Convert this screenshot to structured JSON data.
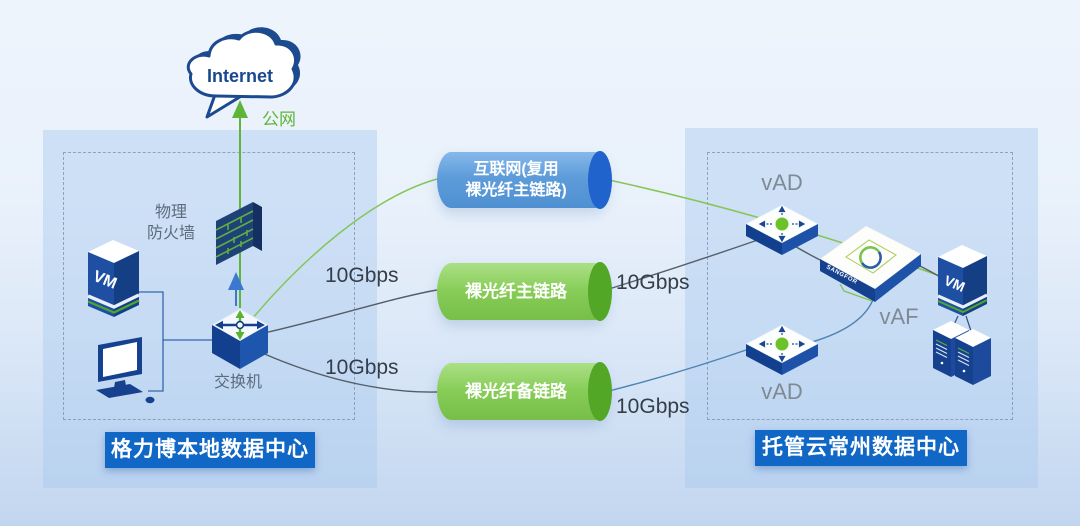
{
  "diagram": {
    "internet": {
      "cloud_label": "Internet",
      "public_net_label": "公网"
    },
    "left_datacenter": {
      "name": "格力博本地数据中心",
      "firewall_label_line1": "物理",
      "firewall_label_line2": "防火墙",
      "switch_label": "交换机",
      "vm_label": "VM"
    },
    "right_datacenter": {
      "name": "托管云常州数据中心",
      "vad_top_label": "vAD",
      "vad_bottom_label": "vAD",
      "vaf_label": "vAF",
      "appliance_brand": "SANGFOR",
      "vm_label": "VM"
    },
    "links": {
      "internet_pipe_line1": "互联网(复用",
      "internet_pipe_line2": "裸光纤主链路)",
      "primary_pipe_label": "裸光纤主链路",
      "backup_pipe_label": "裸光纤备链路",
      "speed_left_top": "10Gbps",
      "speed_left_bottom": "10Gbps",
      "speed_right_top": "10Gbps",
      "speed_right_bottom": "10Gbps"
    },
    "colors": {
      "device_navy": "#16418f",
      "accent_green": "#6cc229",
      "line_green": "#86c556",
      "line_gray": "#555e68",
      "line_steel": "#4d83b3",
      "pipe_blue": "#5b9ad8",
      "pipe_blue_cap": "#2063cc",
      "pipe_green": "#86cc56",
      "pipe_green_cap": "#53a727",
      "banner_blue": "#1167c5"
    }
  }
}
